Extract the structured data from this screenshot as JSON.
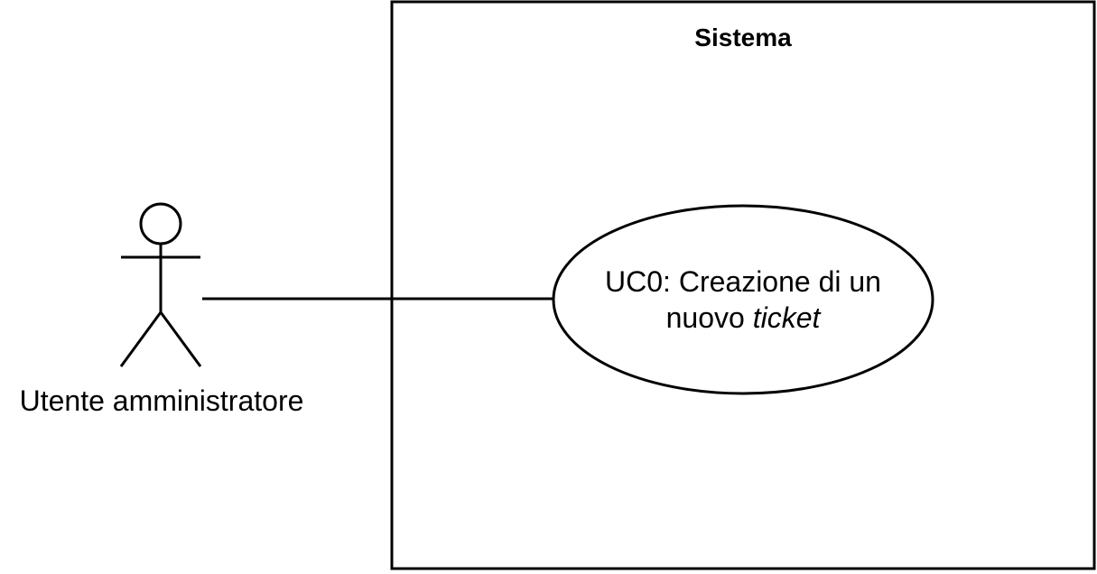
{
  "system": {
    "title": "Sistema"
  },
  "actor": {
    "label": "Utente amministratore"
  },
  "use_case": {
    "line1": "UC0: Creazione di un",
    "line2_plain": "nuovo ",
    "line2_italic": "ticket"
  },
  "colors": {
    "stroke": "#000000",
    "background": "#ffffff"
  }
}
